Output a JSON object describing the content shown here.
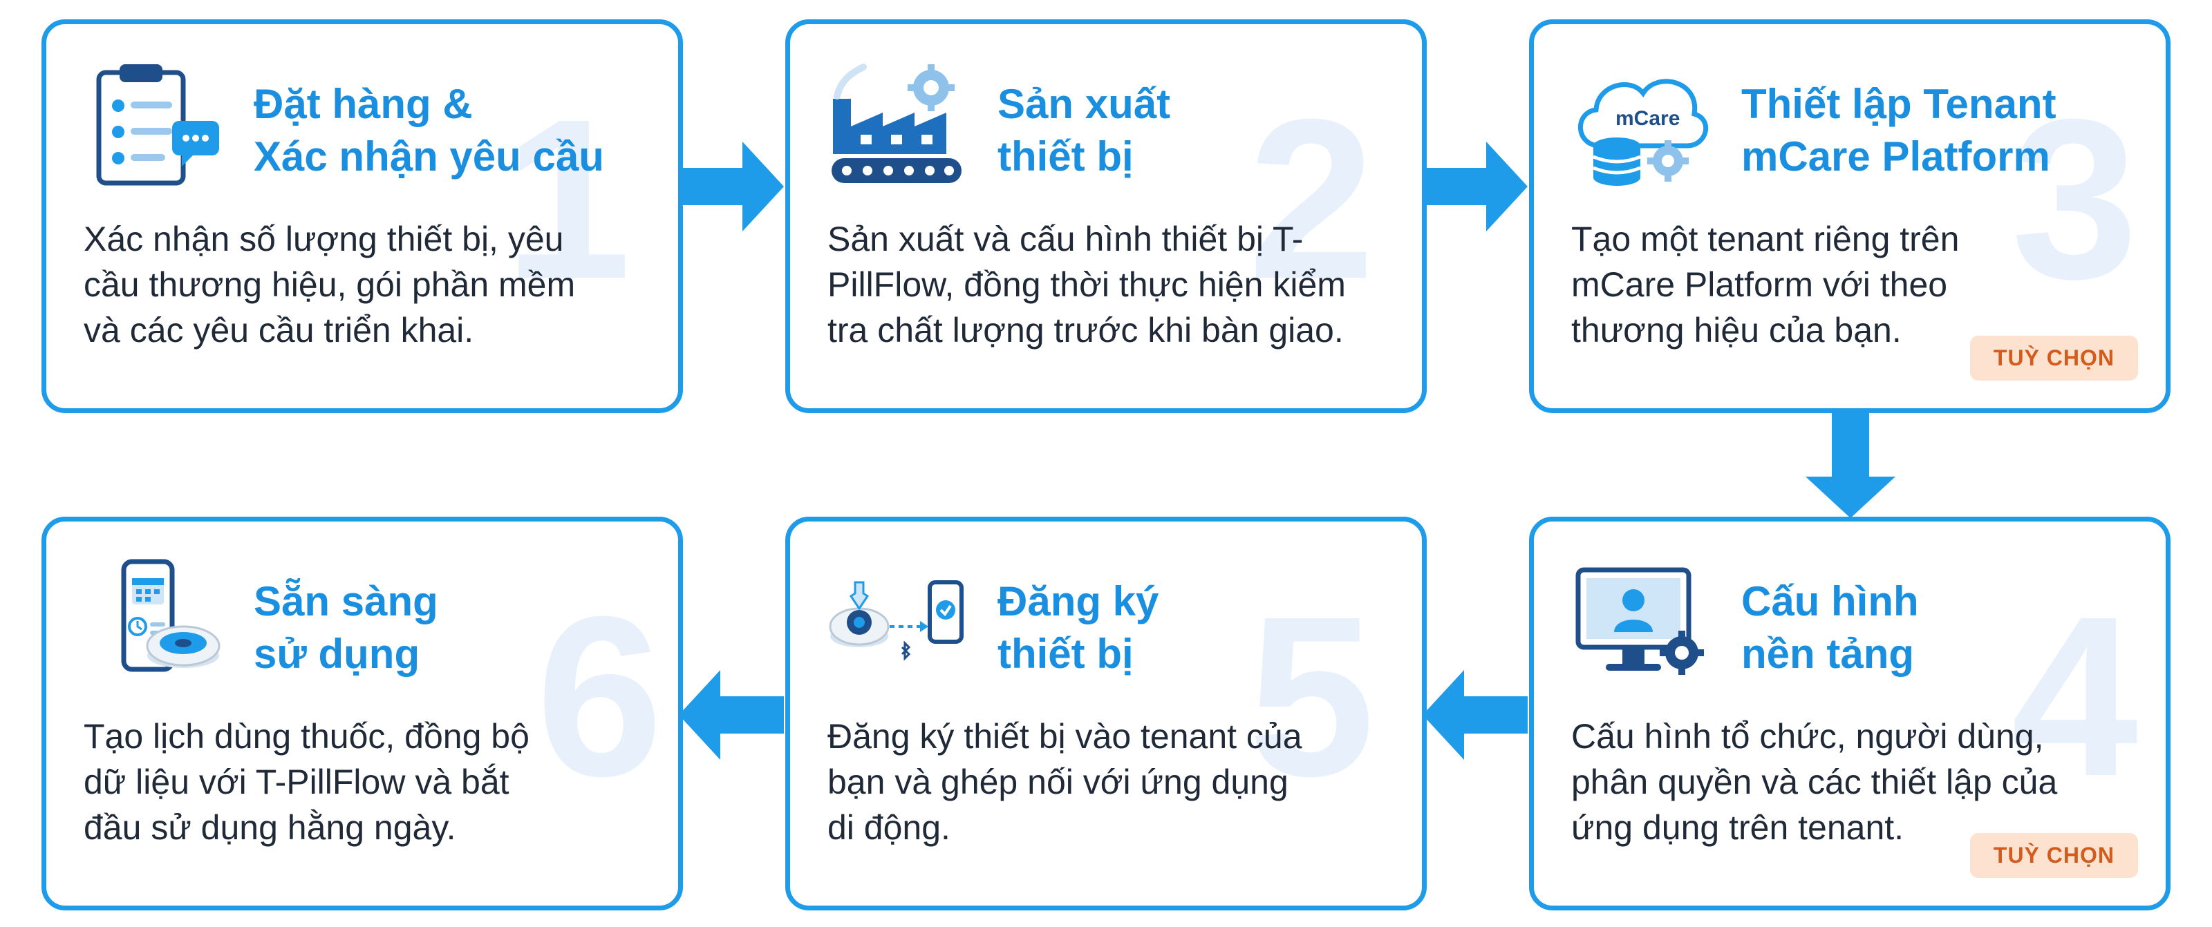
{
  "colors": {
    "accent": "#1b8fdf",
    "border": "#1e9be9",
    "number": "#e8f1fb",
    "badge_bg": "#fde2cf",
    "badge_text": "#d35b1c"
  },
  "steps": [
    {
      "number": "1",
      "icon": "clipboard-checklist-icon",
      "title": [
        "Đặt hàng &",
        "Xác nhận yêu cầu"
      ],
      "description": [
        "Xác nhận số lượng thiết bị, yêu",
        "cầu thương hiệu, gói phần mềm",
        "và các yêu cầu triển khai."
      ],
      "badge": ""
    },
    {
      "number": "2",
      "icon": "factory-icon",
      "title": [
        "Sản xuất",
        "thiết bị"
      ],
      "description": [
        "Sản xuất và cấu hình thiết bị T-",
        "PillFlow, đồng thời thực hiện kiểm",
        "tra chất lượng trước khi bàn giao."
      ],
      "badge": ""
    },
    {
      "number": "3",
      "icon": "cloud-database-icon",
      "icon_label": "mCare",
      "title": [
        "Thiết lập Tenant",
        "mCare Platform"
      ],
      "description": [
        "Tạo một tenant riêng trên",
        "mCare Platform với theo",
        "thương hiệu của bạn."
      ],
      "badge": "TUỲ CHỌN"
    },
    {
      "number": "4",
      "icon": "monitor-settings-icon",
      "title": [
        "Cấu hình",
        "nền tảng"
      ],
      "description": [
        "Cấu hình tổ chức, người dùng,",
        "phân quyền và các thiết lập của",
        "ứng dụng trên tenant."
      ],
      "badge": "TUỲ CHỌN"
    },
    {
      "number": "5",
      "icon": "device-pairing-icon",
      "title": [
        "Đăng ký",
        "thiết bị"
      ],
      "description": [
        "Đăng ký thiết bị vào tenant của",
        "bạn và ghép nối với ứng dụng",
        "di động."
      ],
      "badge": ""
    },
    {
      "number": "6",
      "icon": "phone-calendar-device-icon",
      "title": [
        "Sẵn sàng",
        "sử dụng"
      ],
      "description": [
        "Tạo lịch dùng thuốc, đồng bộ",
        "dữ liệu với T-PillFlow và bắt",
        "đầu sử dụng hằng ngày."
      ],
      "badge": ""
    }
  ]
}
